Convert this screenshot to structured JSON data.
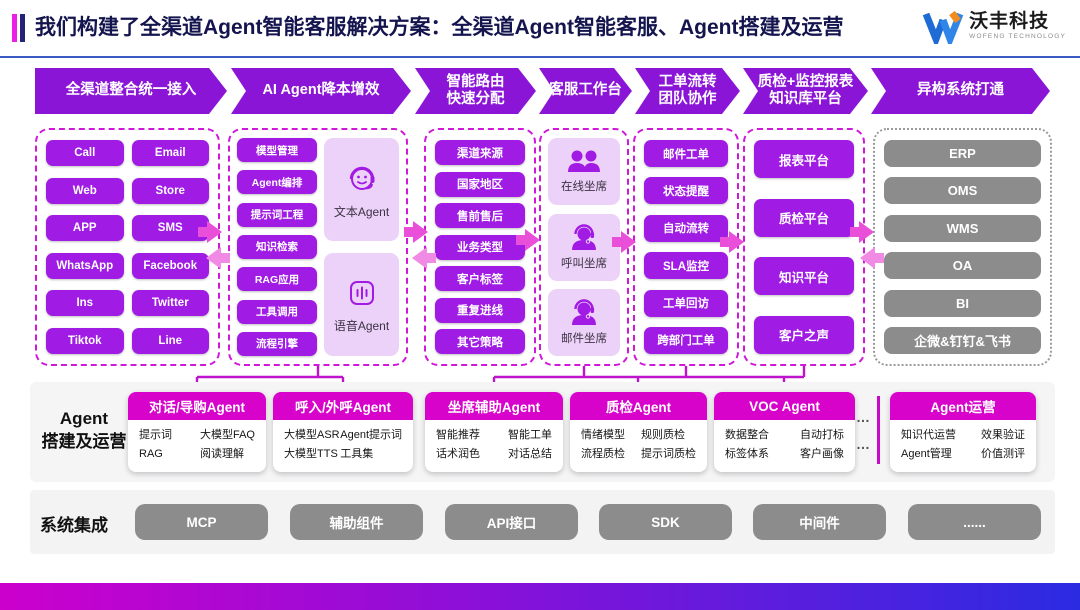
{
  "header": {
    "title": "我们构建了全渠道Agent智能客服解决方案：全渠道Agent智能客服、Agent搭建及运营",
    "brand": {
      "name": "沃丰科技",
      "tagline": "WOFENG TECHNOLOGY"
    }
  },
  "flow": {
    "steps": [
      "全渠道整合统一接入",
      "AI Agent降本增效",
      "智能路由\n快速分配",
      "客服工作台",
      "工单流转\n团队协作",
      "质检+监控报表\n知识库平台",
      "异构系统打通"
    ]
  },
  "columns": {
    "channels": [
      "Call",
      "Email",
      "Web",
      "Store",
      "APP",
      "SMS",
      "WhatsApp",
      "Facebook",
      "Ins",
      "Twitter",
      "Tiktok",
      "Line"
    ],
    "ai_agent": {
      "features": [
        "模型管理",
        "Agent编排",
        "提示词工程",
        "知识检索",
        "RAG应用",
        "工具调用",
        "流程引擎"
      ],
      "agents": [
        {
          "label": "文本Agent"
        },
        {
          "label": "语音Agent"
        }
      ]
    },
    "routing": [
      "渠道来源",
      "国家地区",
      "售前售后",
      "业务类型",
      "客户标签",
      "重复进线",
      "其它策略"
    ],
    "workbench": {
      "seats": [
        {
          "label": "在线坐席"
        },
        {
          "label": "呼叫坐席"
        },
        {
          "label": "邮件坐席"
        }
      ]
    },
    "tickets": [
      "邮件工单",
      "状态提醒",
      "自动流转",
      "SLA监控",
      "工单回访",
      "跨部门工单"
    ],
    "platforms": [
      "报表平台",
      "质检平台",
      "知识平台",
      "客户之声"
    ],
    "systems": [
      "ERP",
      "OMS",
      "WMS",
      "OA",
      "BI",
      "企微&钉钉&飞书"
    ]
  },
  "agent_band": {
    "label_line1": "Agent",
    "label_line2": "搭建及运营",
    "ellipsis": "…\n…",
    "cards": [
      {
        "title": "对话/导购Agent",
        "col1": [
          "提示词",
          "RAG"
        ],
        "col2": [
          "大模型FAQ",
          "阅读理解"
        ]
      },
      {
        "title": "呼入/外呼Agent",
        "col1": [
          "大模型ASR",
          "大模型TTS"
        ],
        "col2": [
          "Agent提示词",
          "工具集"
        ]
      },
      {
        "title": "坐席辅助Agent",
        "col1": [
          "智能推荐",
          "话术润色"
        ],
        "col2": [
          "智能工单",
          "对话总结"
        ]
      },
      {
        "title": "质检Agent",
        "col1": [
          "情绪模型",
          "流程质检"
        ],
        "col2": [
          "规则质检",
          "提示词质检"
        ]
      },
      {
        "title": "VOC Agent",
        "col1": [
          "数据整合",
          "标签体系"
        ],
        "col2": [
          "自动打标",
          "客户画像"
        ]
      },
      {
        "title": "Agent运营",
        "col1": [
          "知识代运营",
          "Agent管理"
        ],
        "col2": [
          "效果验证",
          "价值测评"
        ]
      }
    ]
  },
  "integration": {
    "label": "系统集成",
    "items": [
      "MCP",
      "辅助组件",
      "API接口",
      "SDK",
      "中间件",
      "......"
    ]
  },
  "colors": {
    "arrow_purple": "#8b15d6",
    "pill_purple": "#a01be4",
    "header_magenta": "#d703cb",
    "dashed_border": "#d018d8",
    "pink_arrow": "#ee55dd",
    "gray_button": "#8c8c8c",
    "title_navy": "#14144e",
    "gradient_left": "#cc00cd",
    "gradient_right": "#2b2be2"
  }
}
